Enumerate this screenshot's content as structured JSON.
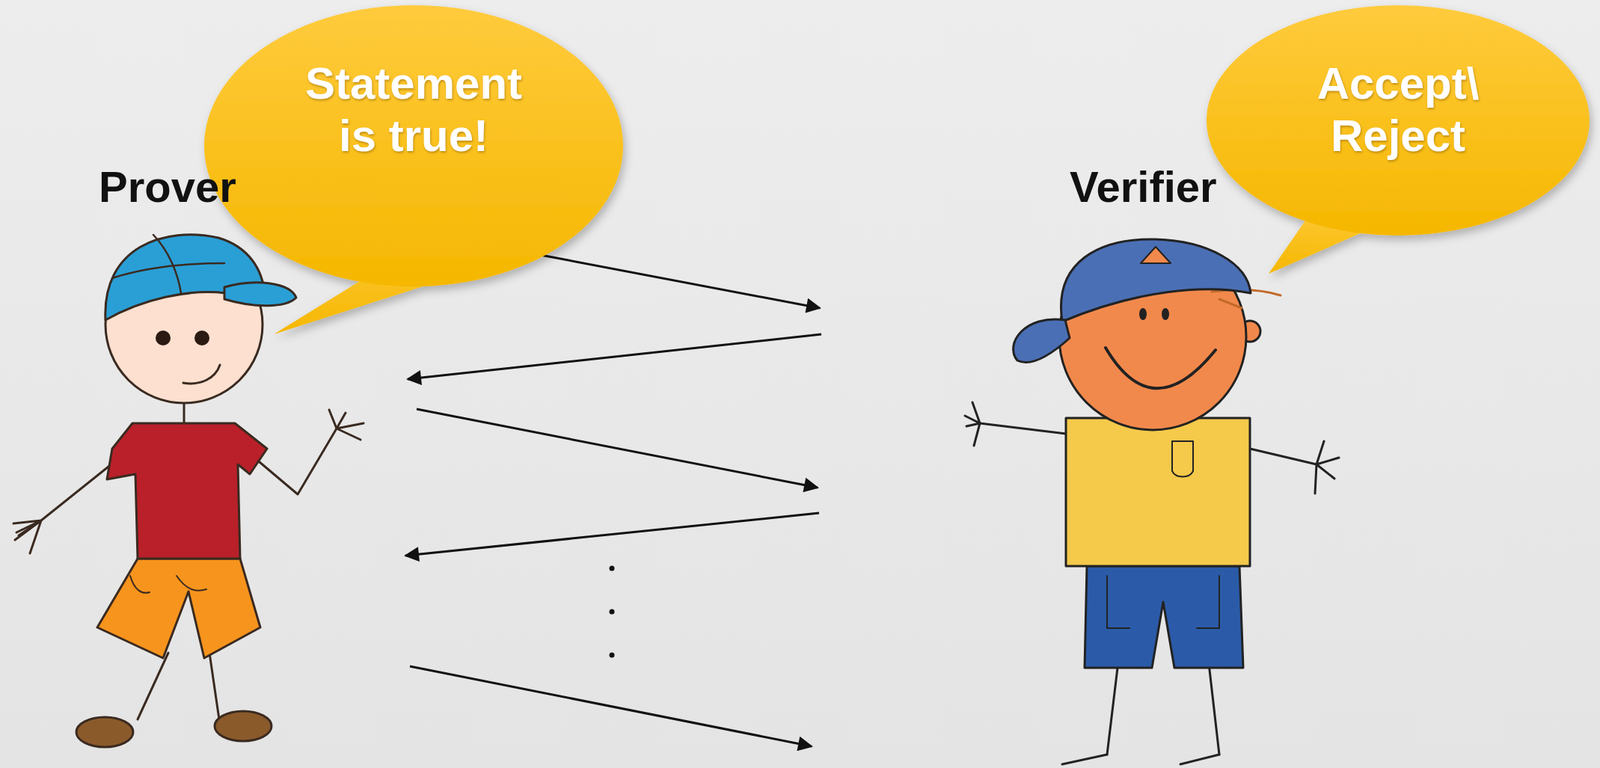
{
  "diagram": {
    "nodes": [
      {
        "text": [
          "Statement is true!"
        ]
      },
      {
        "text": [
          "Accept\\ Reject"
        ]
      }
    ],
    "labels": [
      "Prover",
      "Verifier"
    ]
  }
}
